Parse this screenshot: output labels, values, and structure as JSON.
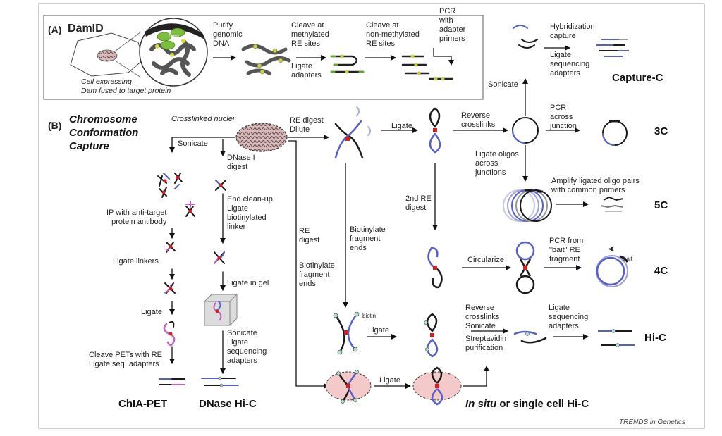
{
  "panel_a": {
    "label": "(A)",
    "title": "DamID",
    "cell_caption": "Cell expressing\nDam fused to target protein",
    "dam_tag": "Dam",
    "steps": [
      "Purify\ngenomic\nDNA",
      "Cleave at\nmethylated\nRE sites",
      "Ligate\nadapters",
      "Cleave at\nnon-methylated\nRE sites",
      "PCR\nwith\nadapter\nprimers"
    ]
  },
  "panel_b": {
    "label": "(B)",
    "title": "Chromosome\nConformation\nCapture",
    "crosslinked": "Crosslinked nuclei",
    "chia_steps": [
      "Sonicate",
      "IP with anti-target\nprotein antibody",
      "Ligate linkers",
      "Ligate",
      "Cleave PETs with RE\nLigate seq. adapters"
    ],
    "dnase_steps": [
      "DNase I\ndigest",
      "End clean-up\nLigate\nbiotinylated\nlinker",
      "Ligate in gel",
      "Sonicate\nLigate\nsequencing\nadapters"
    ],
    "main_steps": [
      "RE digest\nDilute",
      "Ligate",
      "Reverse\ncrosslinks",
      "Sonicate",
      "Hybridization\ncapture",
      "Ligate\nsequencing\nadapters",
      "PCR\nacross\njunction",
      "Ligate oligos\nacross\njunctions",
      "Amplify ligated oligo pairs\nwith common primers",
      "2nd RE\ndigest",
      "Circularize",
      "PCR from\n\"bait\" RE\nfragment",
      "bait"
    ],
    "hic_steps": [
      "RE\ndigest",
      "Biotinylate\nfragment\nends",
      "Biotinylate\nfragment\nends",
      "biotin",
      "Ligate",
      "Reverse\ncrosslinks\nSonicate",
      "Streptavidin\npurification",
      "Ligate\nsequencing\nadapters",
      "Ligate"
    ],
    "methods": {
      "capture_c": "Capture-C",
      "c3": "3C",
      "c5": "5C",
      "c4": "4C",
      "hic": "Hi-C",
      "chia_pet": "ChIA-PET",
      "dnase_hic": "DNase Hi-C",
      "insitu_italic": "In situ",
      "insitu_rest": " or single cell Hi-C"
    }
  },
  "source": "TRENDS in Genetics",
  "colors": {
    "dna_dark": "#1a1a1a",
    "dna_blue": "#5560c8",
    "dna_pink": "#c060c0",
    "crosslink": "#d02020",
    "methyl": "#b8cc30",
    "nucleus_fill": "#f3c9c9",
    "panel_border": "#777777"
  }
}
